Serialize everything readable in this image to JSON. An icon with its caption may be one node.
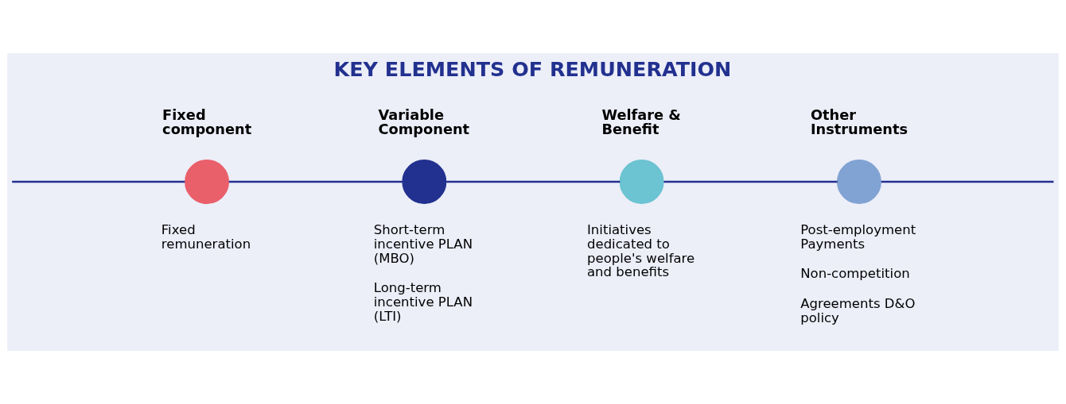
{
  "diagram": {
    "title": "KEY ELEMENTS OF REMUNERATION",
    "nodes": [
      {
        "text": [],
        "shape": "circle",
        "beside": [
          "Fixed component",
          "Fixed remuneration"
        ]
      },
      {
        "text": [],
        "shape": "circle",
        "beside": [
          "Variable Component",
          "Short-term incentive PLAN (MBO)",
          "Long-term incentive PLAN (LTI)"
        ]
      },
      {
        "text": [],
        "shape": "circle",
        "beside": [
          "Welfare & Benefit",
          "Initiatives dedicated to people's welfare and benefits"
        ]
      },
      {
        "text": [],
        "shape": "circle",
        "beside": [
          "Other Instruments",
          "Post-employment Payments",
          "Non-competition",
          "Agreements D&O policy"
        ]
      }
    ],
    "edges": [
      {
        "from": null,
        "to": 0,
        "arrow": "none"
      },
      {
        "from": 0,
        "to": 1,
        "arrow": "none"
      },
      {
        "from": 1,
        "to": 2,
        "arrow": "none"
      },
      {
        "from": 2,
        "to": 3,
        "arrow": "none"
      },
      {
        "from": 3,
        "to": null,
        "arrow": "none"
      }
    ]
  }
}
